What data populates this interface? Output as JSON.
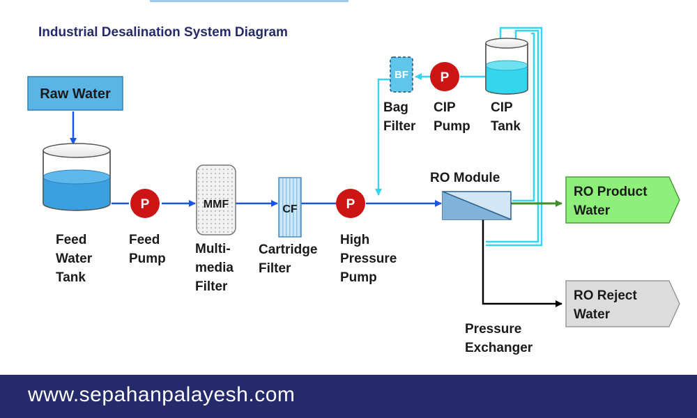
{
  "title": "Industrial Desalination System Diagram",
  "nodes": {
    "raw_water": "Raw Water",
    "feed_tank": [
      "Feed",
      "Water",
      "Tank"
    ],
    "feed_pump": {
      "symbol": "P",
      "label": [
        "Feed",
        "Pump"
      ]
    },
    "mmf": {
      "symbol": "MMF",
      "label": [
        "Multi-",
        "media",
        "Filter"
      ]
    },
    "cf": {
      "symbol": "CF",
      "label": [
        "Cartridge",
        "Filter"
      ]
    },
    "hp_pump": {
      "symbol": "P",
      "label": [
        "High",
        "Pressure",
        "Pump"
      ]
    },
    "ro_module": "RO Module",
    "bag_filter": {
      "symbol": "BF",
      "label": [
        "Bag",
        "Filter"
      ]
    },
    "cip_pump": {
      "symbol": "P",
      "label": [
        "CIP",
        "Pump"
      ]
    },
    "cip_tank": [
      "CIP",
      "Tank"
    ],
    "ro_product": [
      "RO Product",
      "Water"
    ],
    "ro_reject": [
      "RO Reject",
      "Water"
    ],
    "pressure_exchanger": [
      "Pressure",
      "Exchanger"
    ]
  },
  "footer": {
    "url": "www.sepahanpalayesh.com"
  },
  "colors": {
    "title": "#252a6b",
    "flow_line": "#1a55e0",
    "cip_line": "#33d6ee",
    "product_line": "#3f8f2a",
    "reject_line": "#000000",
    "pump": "#cc1414",
    "raw_water_box": "#5ab4e6",
    "water": "#3aa0e0",
    "product_box": "#8ef07a",
    "reject_box": "#dcdcdc",
    "footer_bg": "#252a6b"
  }
}
